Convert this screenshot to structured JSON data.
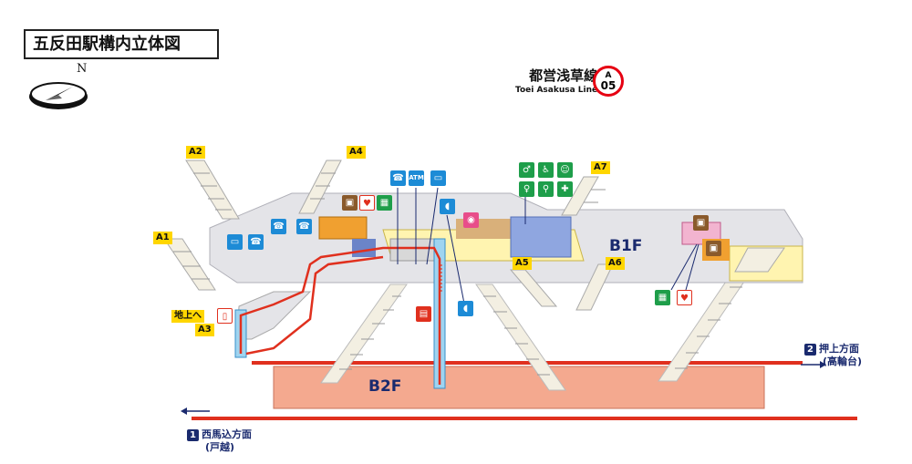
{
  "title": "五反田駅構内立体図",
  "compass": {
    "north_label": "N"
  },
  "line": {
    "name_jp": "都営浅草線",
    "name_en": "Toei Asakusa Line",
    "badge_letter": "A",
    "badge_number": "05",
    "color": "#e60012"
  },
  "floors": {
    "b1": "B1F",
    "b2": "B2F"
  },
  "exits": {
    "a1": "A1",
    "a2": "A2",
    "a3": "A3",
    "a4": "A4",
    "a5": "A5",
    "a6": "A6",
    "a7": "A7"
  },
  "ground_label": "地上へ",
  "directions": {
    "dir2": {
      "num": "2",
      "label": "押上方面",
      "sub": "(高輪台)"
    },
    "dir1": {
      "num": "1",
      "label": "西馬込方面",
      "sub": "(戸越)"
    }
  },
  "icons": [
    "phone-icon",
    "ticket-machine-icon",
    "atm-icon",
    "elevator-icon",
    "toilet-icon",
    "wheelchair-icon",
    "baby-icon",
    "aed-icon",
    "station-office-icon"
  ],
  "atm_label": "ATM",
  "colors": {
    "platform": "#f4a98f",
    "concourse": "#e4e4e8",
    "paid_area": "#fff4b0",
    "route": "#e0301e",
    "office": "#f0a030",
    "facility": "#8fa6e0"
  }
}
